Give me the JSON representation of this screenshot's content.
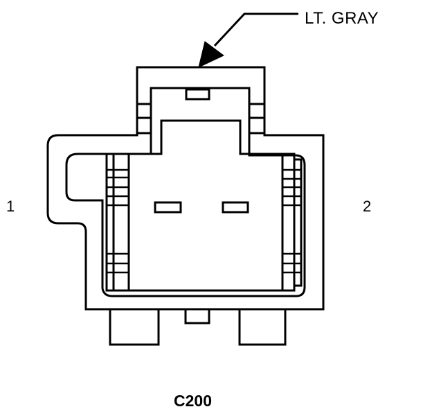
{
  "connector": {
    "id": "C200",
    "color_label": "LT. GRAY"
  },
  "pins": [
    {
      "number": "1"
    },
    {
      "number": "2"
    }
  ],
  "colors": {
    "stroke": "#000000",
    "background": "#ffffff"
  }
}
